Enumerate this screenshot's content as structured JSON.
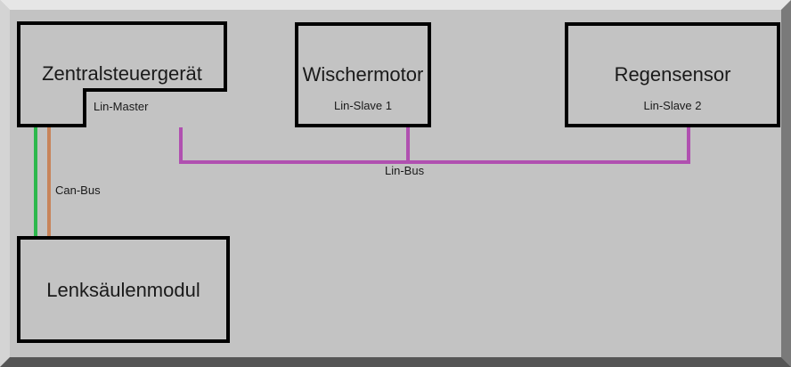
{
  "nodes": {
    "central": {
      "label": "Zentralsteuergerät",
      "sub": "Lin-Master"
    },
    "wiper": {
      "label": "Wischermotor",
      "sub": "Lin-Slave 1"
    },
    "rain": {
      "label": "Regensensor",
      "sub": "Lin-Slave 2"
    },
    "steering": {
      "label": "Lenksäulenmodul"
    }
  },
  "buses": {
    "lin": "Lin-Bus",
    "can": "Can-Bus"
  },
  "colors": {
    "lin": "#b050b0",
    "can_high": "#2db84d",
    "can_low": "#c8845a",
    "background": "#c3c3c3"
  }
}
